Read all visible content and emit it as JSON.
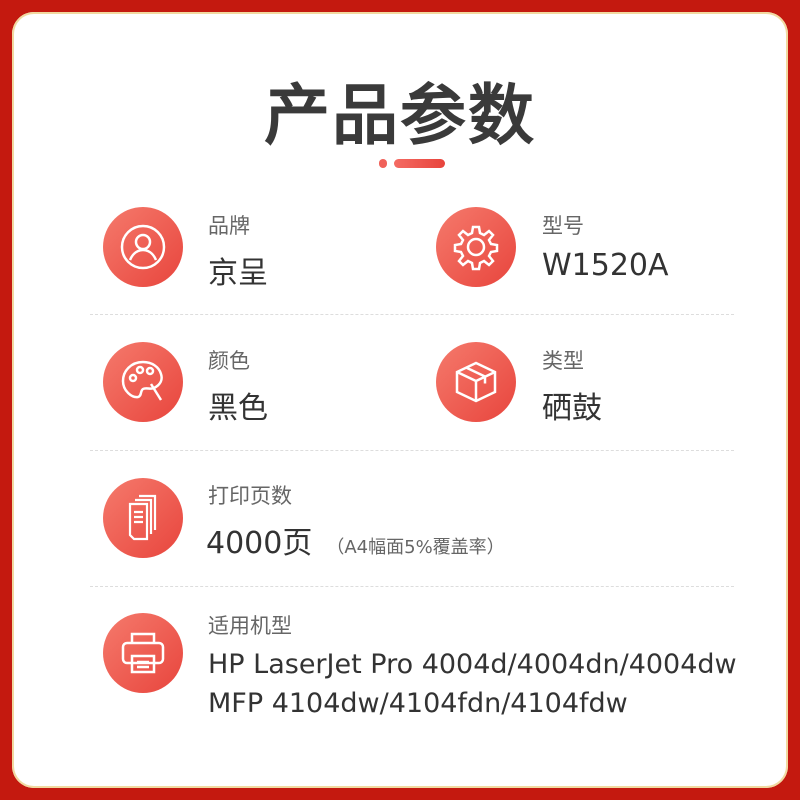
{
  "title": "产品参数",
  "specs": {
    "brand": {
      "label": "品牌",
      "value": "京呈"
    },
    "model": {
      "label": "型号",
      "value": "W1520A"
    },
    "color": {
      "label": "颜色",
      "value": "黑色"
    },
    "type": {
      "label": "类型",
      "value": "硒鼓"
    },
    "pages": {
      "label": "打印页数",
      "value": "4000页",
      "note": "（A4幅面5%覆盖率）"
    },
    "compat": {
      "label": "适用机型",
      "line1": "HP LaserJet Pro 4004d/4004dn/4004dw",
      "line2": "MFP 4104dw/4104fdn/4104fdw"
    }
  },
  "colors": {
    "frame": "#c4190f",
    "accent": "#ee5a4f"
  }
}
